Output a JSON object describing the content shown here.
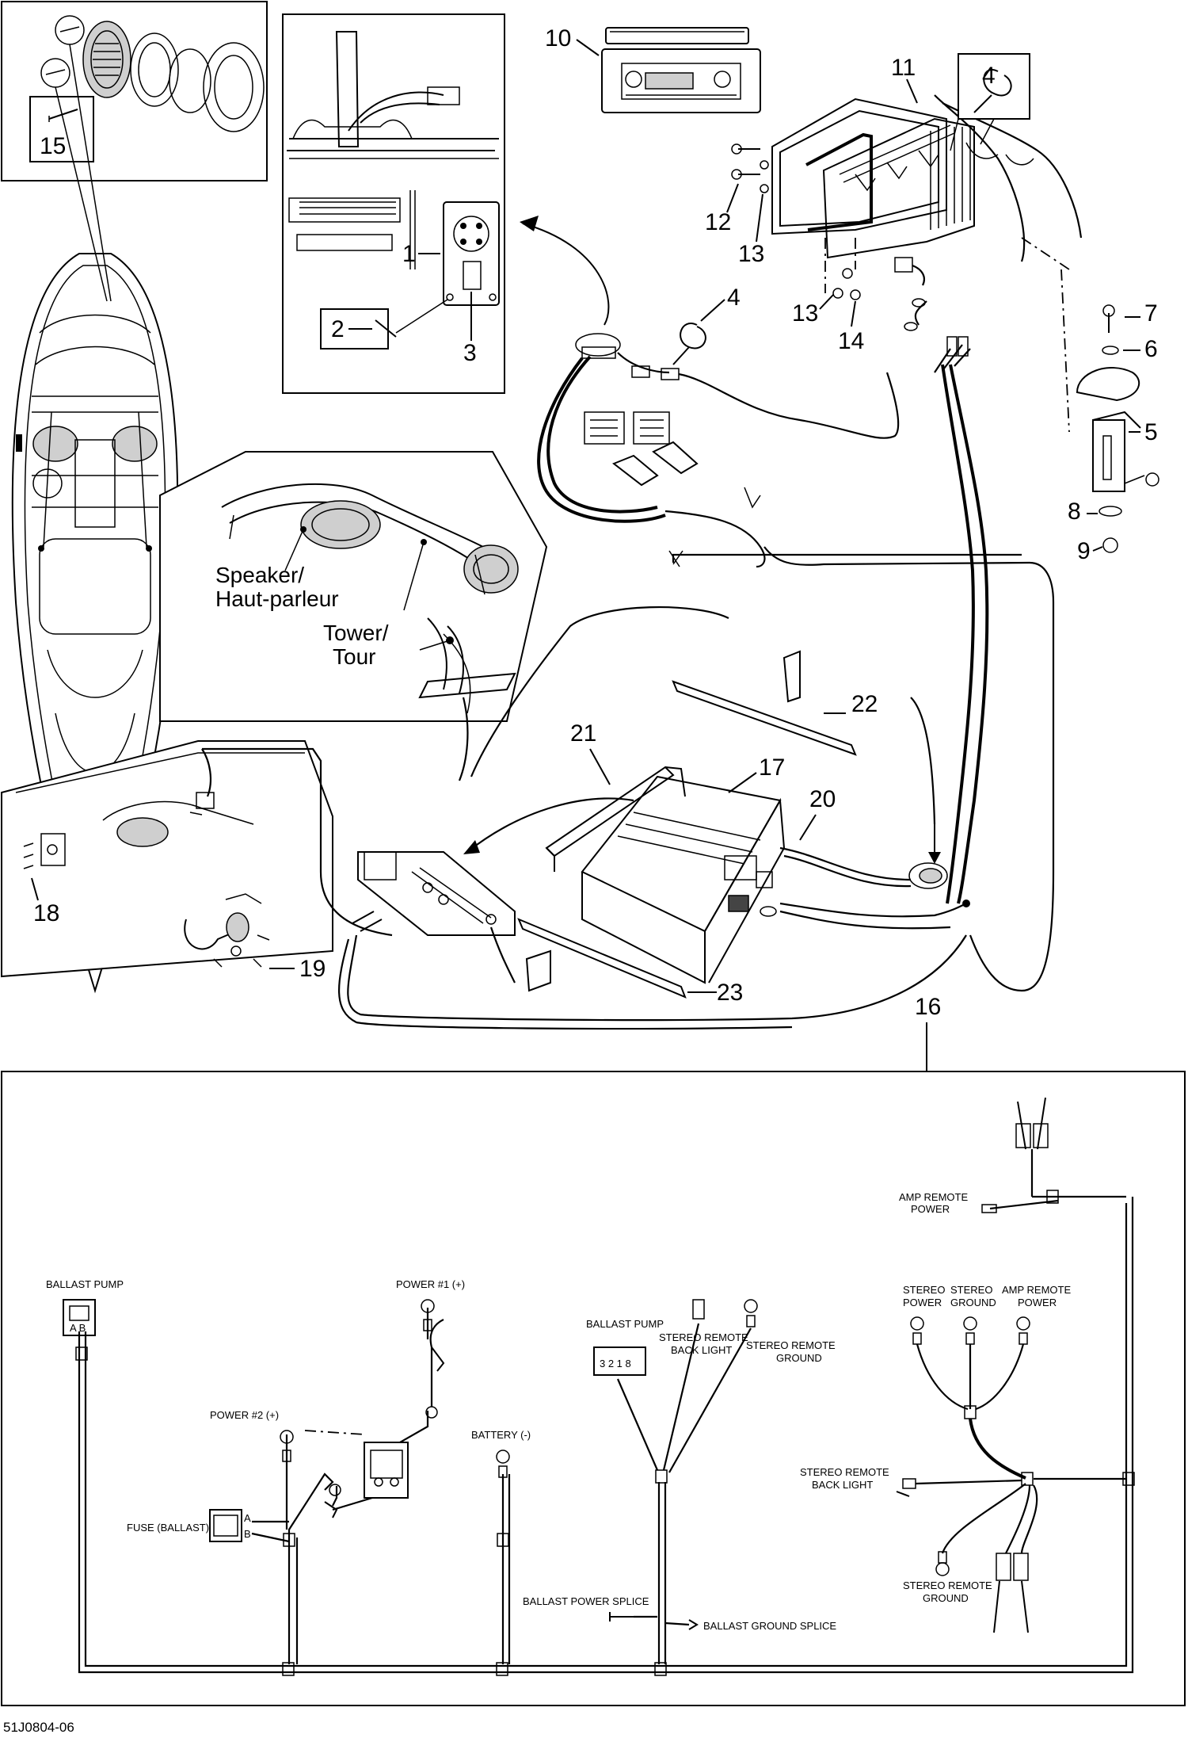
{
  "drawing_ref": "51J0804-06",
  "part_numbers": {
    "n1": "1",
    "n2": "2",
    "n3": "3",
    "n4a": "4",
    "n4b": "4",
    "n5": "5",
    "n6": "6",
    "n7": "7",
    "n8": "8",
    "n9": "9",
    "n10": "10",
    "n11": "11",
    "n12": "12",
    "n13a": "13",
    "n13b": "13",
    "n14": "14",
    "n15": "15",
    "n16": "16",
    "n17": "17",
    "n18": "18",
    "n19": "19",
    "n20": "20",
    "n21": "21",
    "n22": "22",
    "n23": "23"
  },
  "labels": {
    "speaker_line1": "Speaker/",
    "speaker_line2": "Haut-parleur",
    "tower_line1": "Tower/",
    "tower_line2": "Tour"
  },
  "schematic": {
    "ballast_pump_left": "BALLAST PUMP",
    "power1": "POWER #1 (+)",
    "power2": "POWER #2 (+)",
    "battery": "BATTERY (-)",
    "fuse": "FUSE (BALLAST)",
    "ballast_pump_mid": "BALLAST PUMP",
    "stereo_remote_back_light_top_1": "STEREO REMOTE",
    "stereo_remote_back_light_top_2": "BACK LIGHT",
    "stereo_remote_ground_top_1": "STEREO REMOTE",
    "stereo_remote_ground_top_2": "GROUND",
    "ballast_power_splice": "BALLAST POWER SPLICE",
    "ballast_ground_splice": "BALLAST GROUND SPLICE",
    "amp_remote_power_top_1": "AMP REMOTE",
    "amp_remote_power_top_2": "POWER",
    "stereo_power_1": "STEREO",
    "stereo_power_2": "POWER",
    "stereo_ground_1": "STEREO",
    "stereo_ground_2": "GROUND",
    "amp_remote_power_1": "AMP REMOTE",
    "amp_remote_power_2": "POWER",
    "stereo_remote_back_light_right_1": "STEREO REMOTE",
    "stereo_remote_back_light_right_2": "BACK LIGHT",
    "stereo_remote_ground_bottom_1": "STEREO REMOTE",
    "stereo_remote_ground_bottom_2": "GROUND",
    "pin_a": "A",
    "pin_b": "B",
    "pump_pins": "3 2 1 8"
  }
}
